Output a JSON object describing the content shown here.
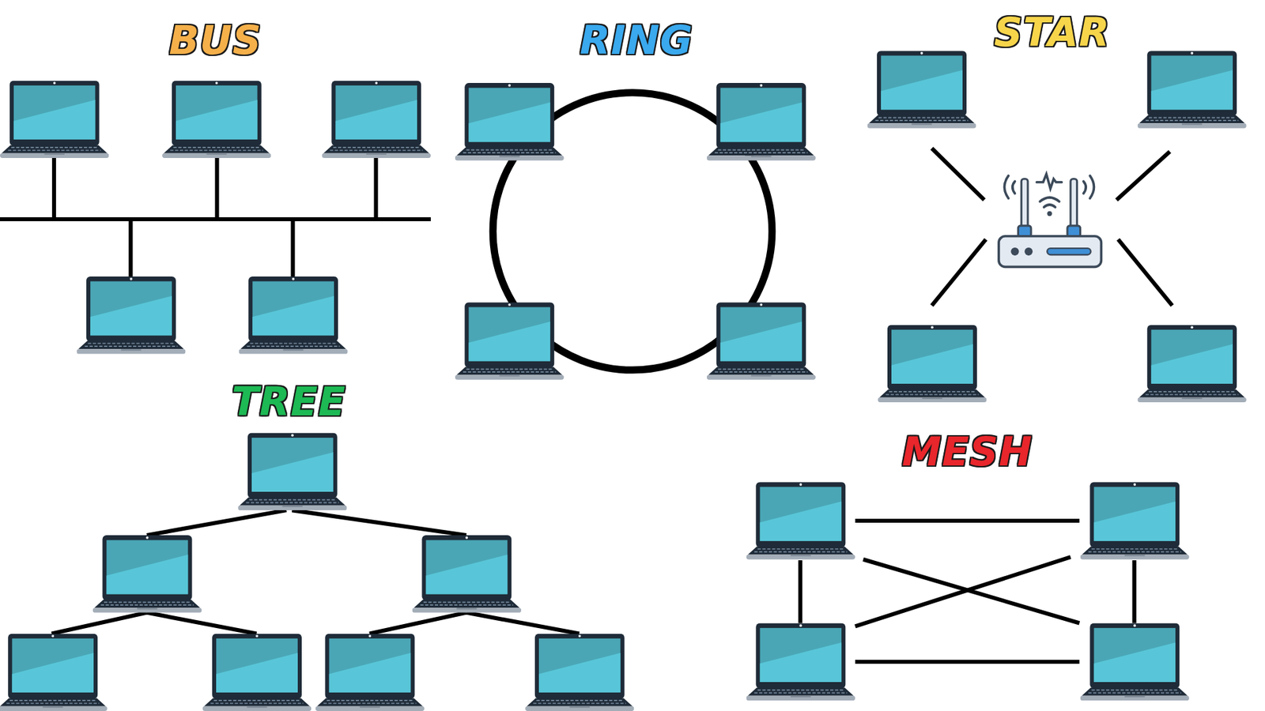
{
  "diagram": {
    "labels": [
      "BUS",
      "RING",
      "STAR",
      "TREE",
      "MESH"
    ]
  }
}
